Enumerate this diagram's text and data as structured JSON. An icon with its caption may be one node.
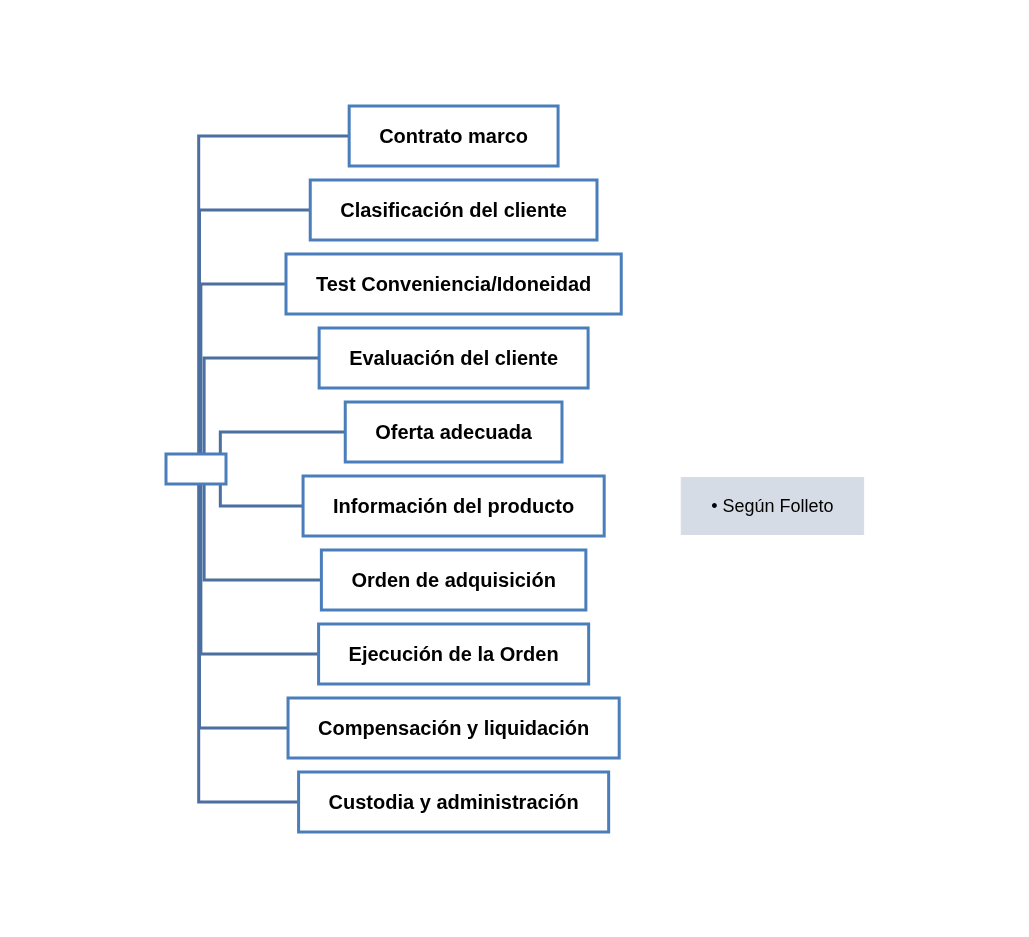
{
  "diagram": {
    "nodes": [
      {
        "text": [],
        "shape": "box"
      },
      {
        "text": [
          "Contrato marco"
        ]
      },
      {
        "text": [
          "Clasificación del cliente"
        ]
      },
      {
        "text": [
          "Test Conveniencia/Idoneidad"
        ]
      },
      {
        "text": [
          "Evaluación del cliente"
        ]
      },
      {
        "text": [
          "Oferta adecuada"
        ]
      },
      {
        "text": [
          "Información del producto"
        ]
      },
      {
        "text": [
          "• Según Folleto"
        ]
      },
      {
        "text": [
          "Orden de adquisición"
        ]
      },
      {
        "text": [
          "Ejecución de la Orden"
        ]
      },
      {
        "text": [
          "Compensación y liquidación"
        ]
      },
      {
        "text": [
          "Custodia y administración"
        ]
      }
    ],
    "edges": [
      {
        "from": 0,
        "to": 1,
        "arrow": "none"
      },
      {
        "from": 0,
        "to": 2,
        "arrow": "none"
      },
      {
        "from": 0,
        "to": 3,
        "arrow": "none"
      },
      {
        "from": 0,
        "to": 4,
        "arrow": "none"
      },
      {
        "from": 0,
        "to": 5,
        "arrow": "none"
      },
      {
        "from": 0,
        "to": 6,
        "arrow": "none"
      },
      {
        "from": 0,
        "to": 8,
        "arrow": "none"
      },
      {
        "from": 0,
        "to": 9,
        "arrow": "none"
      },
      {
        "from": 0,
        "to": 10,
        "arrow": "none"
      },
      {
        "from": 0,
        "to": 11,
        "arrow": "none"
      }
    ]
  }
}
